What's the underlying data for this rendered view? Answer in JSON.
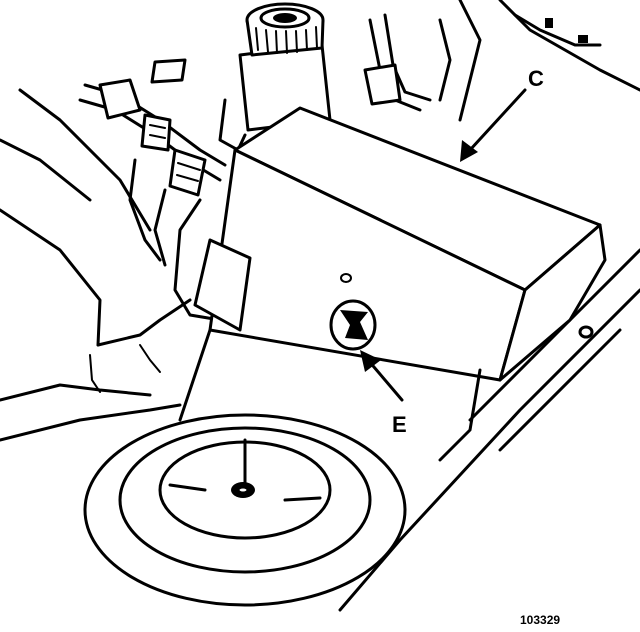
{
  "labels": {
    "c": "C",
    "e": "E",
    "figure_ref": "103329"
  }
}
